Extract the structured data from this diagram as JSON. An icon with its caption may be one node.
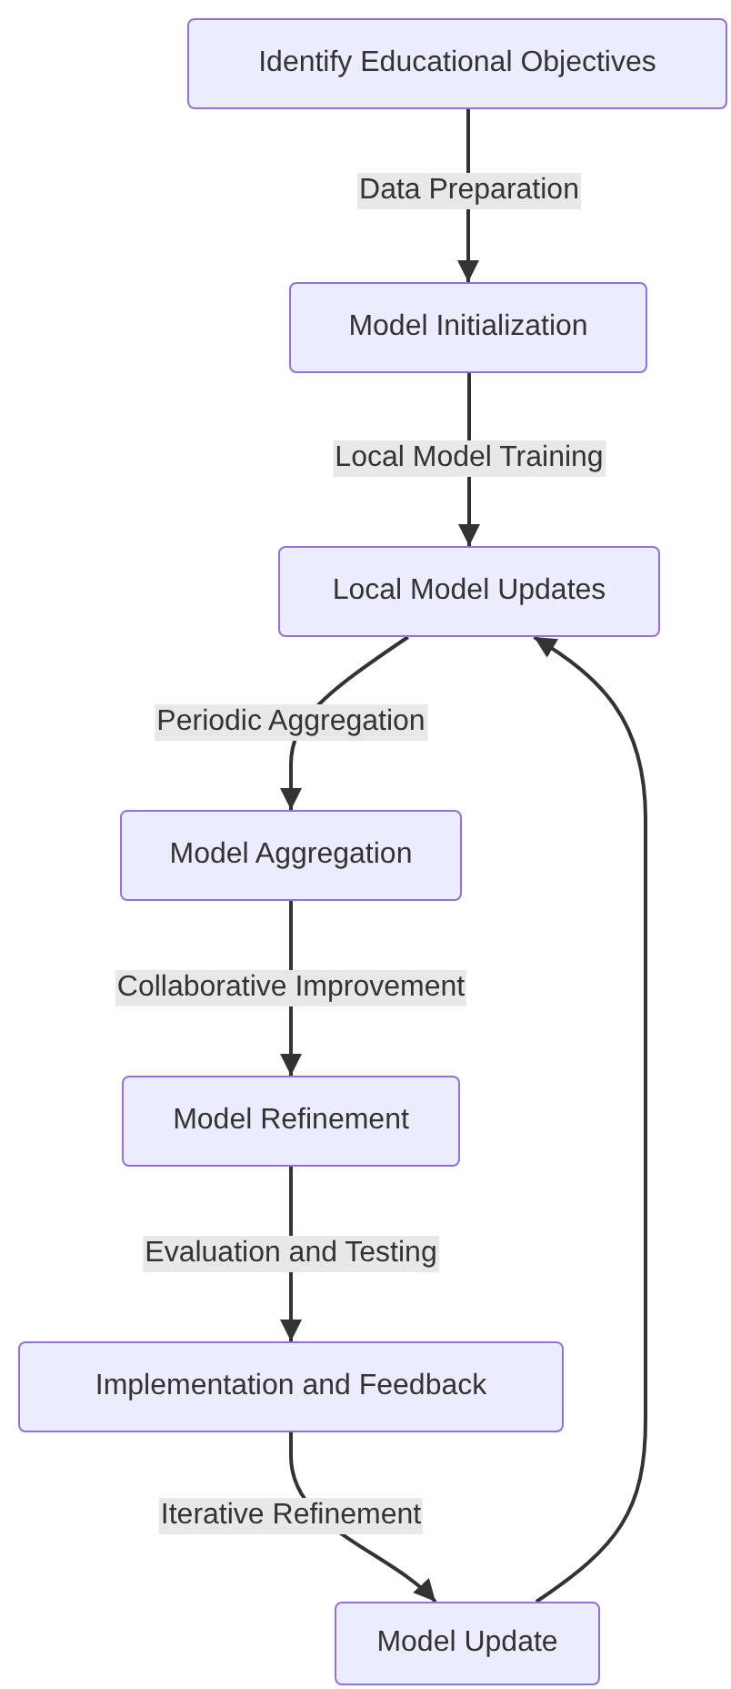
{
  "diagram": {
    "nodes": [
      {
        "text": [
          "Identify Educational Objectives"
        ]
      },
      {
        "text": [
          "Model Initialization"
        ]
      },
      {
        "text": [
          "Local Model Updates"
        ]
      },
      {
        "text": [
          "Model Aggregation"
        ]
      },
      {
        "text": [
          "Model Refinement"
        ]
      },
      {
        "text": [
          "Implementation and Feedback"
        ]
      },
      {
        "text": [
          "Model Update"
        ]
      }
    ],
    "edges": [
      {
        "from": 0,
        "to": 1,
        "arrow": "to",
        "label": "Data Preparation"
      },
      {
        "from": 1,
        "to": 2,
        "arrow": "to",
        "label": "Local Model Training"
      },
      {
        "from": 2,
        "to": 3,
        "arrow": "to",
        "label": "Periodic Aggregation"
      },
      {
        "from": 3,
        "to": 4,
        "arrow": "to",
        "label": "Collaborative Improvement"
      },
      {
        "from": 4,
        "to": 5,
        "arrow": "to",
        "label": "Evaluation and Testing"
      },
      {
        "from": 5,
        "to": 6,
        "arrow": "to",
        "label": "Iterative Refinement"
      },
      {
        "from": 6,
        "to": 2,
        "arrow": "to"
      }
    ]
  }
}
